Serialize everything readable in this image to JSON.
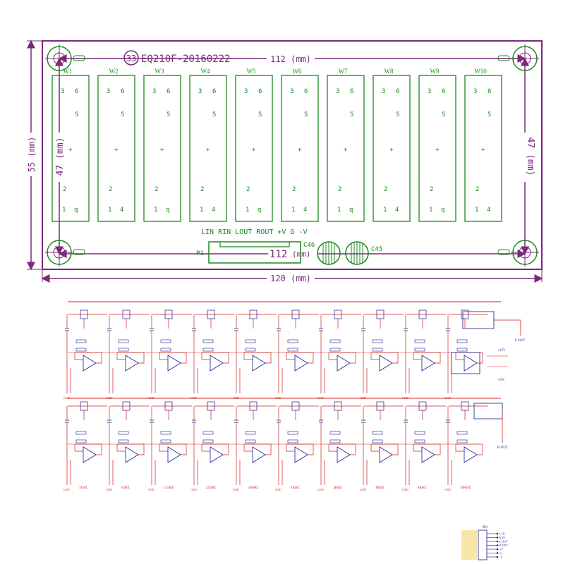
{
  "pcb": {
    "board_label": "EQ210F-20160222",
    "board_code": "33",
    "dim_top": "112 (mm)",
    "dim_bottom_num": "112",
    "dim_bottom_unit": "(mm)",
    "dim_overall": "120 (mm)",
    "dim_height_outer": "55 (mm)",
    "dim_height_left": "47 (mm)",
    "dim_height_right": "47 (mm)",
    "connector_pins": "LIN RIN LOUT ROUT +V G -V",
    "connector_ref": "P1",
    "cap1_ref": "C46",
    "cap2_ref": "C45",
    "pot_refs": [
      "W1",
      "W2",
      "W3",
      "W4",
      "W5",
      "W6",
      "W7",
      "W8",
      "W9",
      "W10"
    ],
    "pot_pins": {
      "top_left": "3",
      "top_right": "6",
      "mid": "5",
      "center": "+",
      "low": "2",
      "bottom_left": "1",
      "bottom_right_a": "q",
      "bottom_right_b": "4"
    }
  },
  "schematic": {
    "freq_labels": [
      "31HZ",
      "62HZ",
      "125HZ",
      "250HZ",
      "500HZ",
      "1KHZ",
      "2KHZ",
      "4KHZ",
      "8KHZ",
      "16KHZ"
    ],
    "outputs": [
      "L OUT",
      "R OUT"
    ],
    "inputs": [
      "L IN",
      "R IN"
    ],
    "power": [
      "+15V",
      "-15V",
      "GND"
    ],
    "header_ref": "JP1",
    "header_pins": [
      "L IN",
      "R IN",
      "L OUT",
      "R OUT",
      "+V",
      "G",
      "-V"
    ]
  },
  "colors": {
    "pcb_outline": "#7a2a7a",
    "pcb_silk": "#1a8a1a",
    "schematic_wire": "#d02020",
    "schematic_part": "#1a1a8a"
  }
}
